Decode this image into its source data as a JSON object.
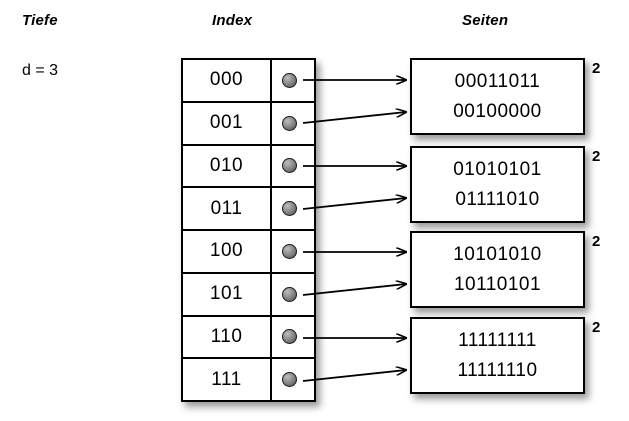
{
  "headings": {
    "depth": "Tiefe",
    "index": "Index",
    "pages": "Seiten"
  },
  "depth": {
    "label": "d = 3"
  },
  "index_table": {
    "rows": [
      {
        "key": "000",
        "pointer": "pointer-dot",
        "target": 0
      },
      {
        "key": "001",
        "pointer": "pointer-dot",
        "target": 0
      },
      {
        "key": "010",
        "pointer": "pointer-dot",
        "target": 1
      },
      {
        "key": "011",
        "pointer": "pointer-dot",
        "target": 1
      },
      {
        "key": "100",
        "pointer": "pointer-dot",
        "target": 2
      },
      {
        "key": "101",
        "pointer": "pointer-dot",
        "target": 2
      },
      {
        "key": "110",
        "pointer": "pointer-dot",
        "target": 3
      },
      {
        "key": "111",
        "pointer": "pointer-dot",
        "target": 3
      }
    ]
  },
  "pages": [
    {
      "lines": [
        "00011011",
        "00100000"
      ],
      "count": "2"
    },
    {
      "lines": [
        "01010101",
        "01111010"
      ],
      "count": "2"
    },
    {
      "lines": [
        "10101010",
        "10110101"
      ],
      "count": "2"
    },
    {
      "lines": [
        "11111111",
        "11111110"
      ],
      "count": "2"
    }
  ],
  "colors": {
    "background": "#ffffff",
    "stroke": "#000000",
    "pointer_dot": "#7a7a7a"
  }
}
